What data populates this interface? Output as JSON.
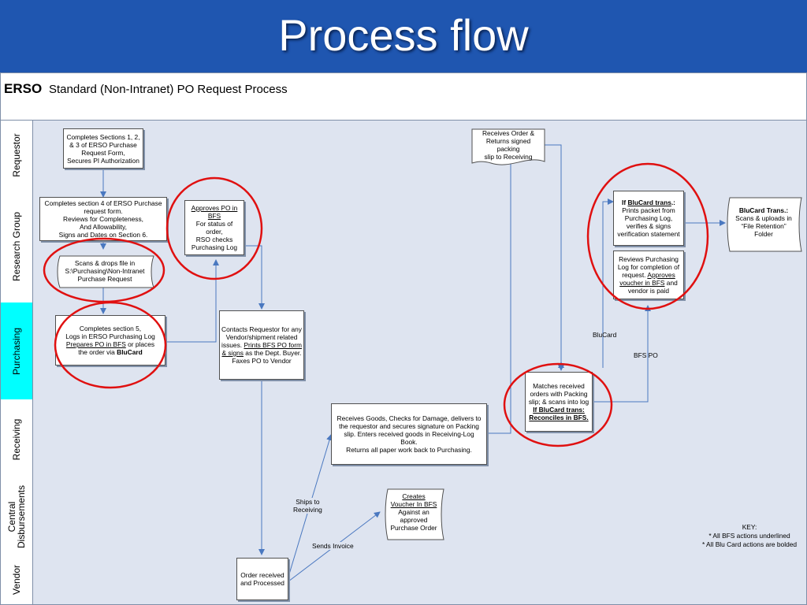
{
  "slide": {
    "title": "Process flow"
  },
  "header": {
    "bold": "ERSO",
    "title": "Standard (Non-Intranet) PO Request Process"
  },
  "lanes": [
    "Requestor",
    "Research Group",
    "Purchasing",
    "Receiving",
    "Central Disbursements",
    "Vendor"
  ],
  "boxes": {
    "req1": [
      "Completes Sections 1, 2,",
      "& 3 of ERSO Purchase",
      "Request Form,",
      "Secures PI Authorization"
    ],
    "rg1": [
      "Completes section 4 of ERSO Purchase",
      "request form.",
      "Reviews for Completeness,",
      "And Allowability,",
      "Signs and Dates on Section 6."
    ],
    "rg_scan": [
      "Scans & drops file in",
      "S:\\Purchasing\\Non-Intranet",
      "Purchase Request"
    ],
    "rg_approve_u": "Approves PO in BFS",
    "rg_approve": [
      "For status of order,",
      "RSO checks",
      "Purchasing Log"
    ],
    "req_receive": [
      "Receives Order &",
      "Returns signed packing",
      "slip to Receiving"
    ],
    "blu_if": "If",
    "blu_trans_u": "BluCard trans",
    "blu_colon": ".:",
    "blu_rest": [
      "Prints packet from",
      "Purchasing Log,",
      "verifies & signs",
      "verification statement"
    ],
    "review": [
      "Reviews Purchasing",
      "Log for completion of",
      "request."
    ],
    "review_u": "Approves voucher in BFS",
    "review_end": "and vendor is paid",
    "blu_file_b": "BluCard Trans",
    "blu_file_colon": ".:",
    "blu_file": [
      "Scans & uploads in",
      "“File Retention”",
      "Folder"
    ],
    "p1": [
      "Completes section 5,",
      "Logs in ERSO Purchasing Log"
    ],
    "p1_u": "Prepares PO in BFS",
    "p1_mid": "or places",
    "p1_end": "the order via",
    "p1_b": "BluCard",
    "p2": [
      "Contacts Requestor for any",
      "Vendor/shipment related",
      "issues."
    ],
    "p2_u": "Prints BFS PO form & signs",
    "p2_mid": "as the Dept. Buyer.",
    "p2_end": "Faxes PO to Vendor",
    "match": [
      "Matches received",
      "orders with Packing",
      "slip; & scans into log"
    ],
    "match_b": [
      "If BluCard trans:",
      "Reconciles in BFS."
    ],
    "recv": [
      "Receives Goods, Checks for Damage, delivers to",
      "the requestor and secures signature on Packing",
      "slip.  Enters received goods in Receiving-Log",
      "Book.",
      "Returns all paper work back to Purchasing."
    ],
    "cd_u": [
      "Creates",
      "Voucher In BFS"
    ],
    "cd": [
      "Against an",
      "approved",
      "Purchase Order"
    ],
    "vendor": [
      "Order received",
      "and Processed"
    ]
  },
  "labels": {
    "blucard": "BluCard",
    "bfs_po": "BFS PO",
    "ships": [
      "Ships to",
      "Receiving"
    ],
    "sends": "Sends Invoice"
  },
  "key": [
    "KEY:",
    "* All BFS actions underlined",
    "* All Blu Card actions are bolded"
  ],
  "colors": {
    "slide_bg": "#1f56b0",
    "lane_bg": "#dee4f0",
    "highlight_lane": "#00ffff",
    "arrow": "#4a78c0",
    "circle": "#e01010"
  }
}
